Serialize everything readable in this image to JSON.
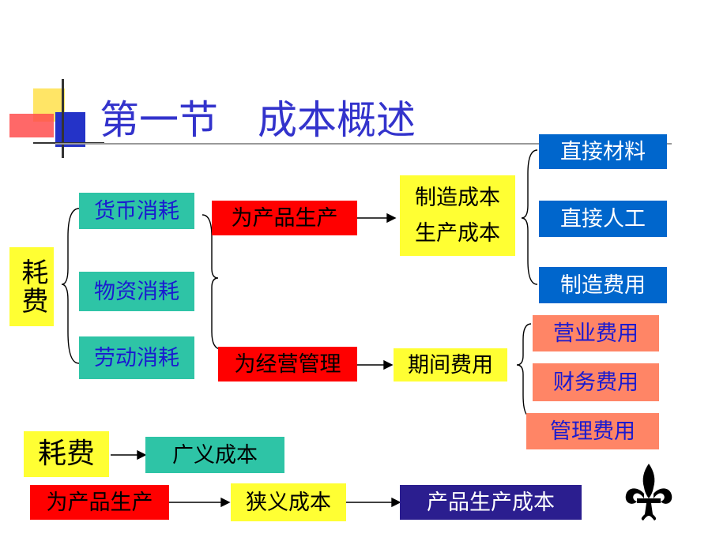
{
  "title": "第一节　成本概述",
  "consumption": "耗费",
  "consumption_types": [
    "货币消耗",
    "物资消耗",
    "劳动消耗"
  ],
  "purposes": {
    "production": "为产品生产",
    "operation": "为经营管理"
  },
  "manufacturing_cost": [
    "制造成本",
    "生产成本"
  ],
  "cost_items": [
    "直接材料",
    "直接人工",
    "制造费用"
  ],
  "period_cost": "期间费用",
  "expense_items": [
    "营业费用",
    "财务费用",
    "管理费用"
  ],
  "summary": {
    "row1": {
      "from": "耗费",
      "to": "广义成本"
    },
    "row2": {
      "from": "为产品生产",
      "middle": "狭义成本",
      "to": "产品生产成本"
    }
  },
  "colors": {
    "title": "#3333cc",
    "teal": "#2ec4a6",
    "red": "#ff0000",
    "yellow": "#ffff33",
    "blue": "#0066cc",
    "salmon": "#ff8566",
    "navy": "#2b1e8f"
  },
  "icons": [
    "corner-squares-decoration-icon",
    "fleur-de-lis-icon"
  ]
}
